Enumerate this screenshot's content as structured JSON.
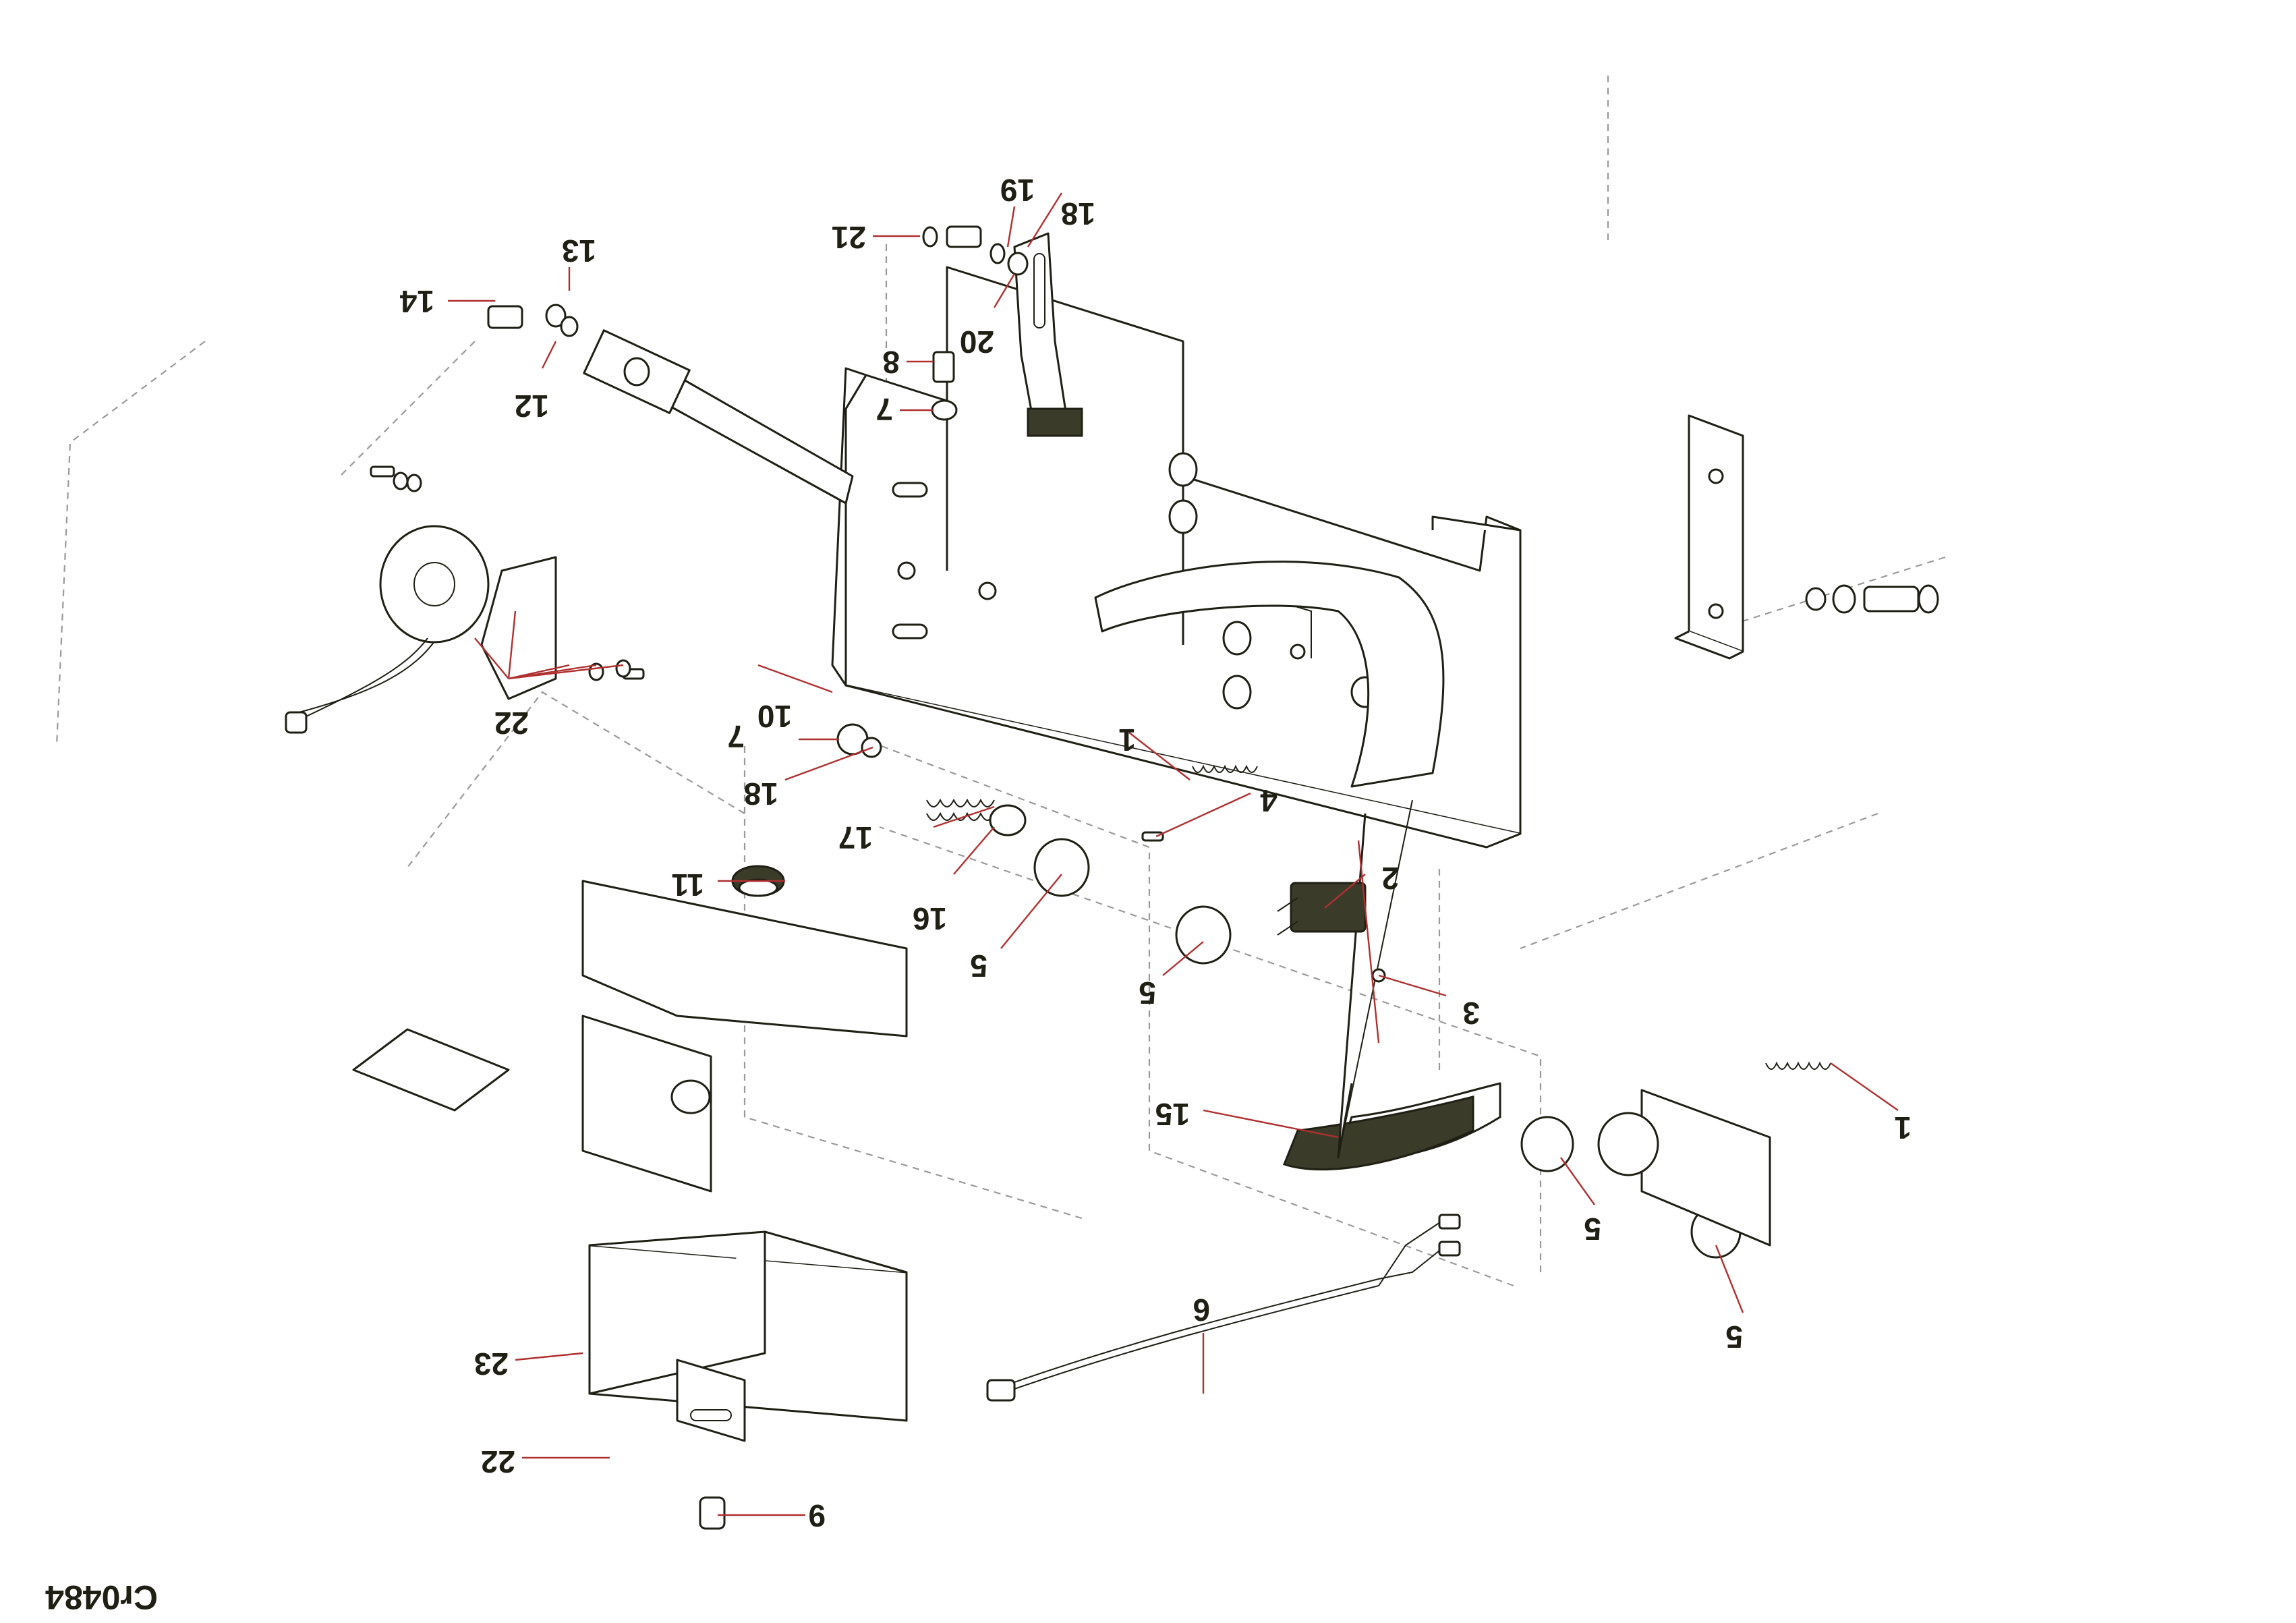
{
  "diagram": {
    "code": "Cr0484",
    "callouts": [
      {
        "id": "c1a",
        "text": "1"
      },
      {
        "id": "c1b",
        "text": "1"
      },
      {
        "id": "c2",
        "text": "2"
      },
      {
        "id": "c3",
        "text": "3"
      },
      {
        "id": "c4",
        "text": "4"
      },
      {
        "id": "c5a",
        "text": "5"
      },
      {
        "id": "c5b",
        "text": "5"
      },
      {
        "id": "c5c",
        "text": "5"
      },
      {
        "id": "c5d",
        "text": "5"
      },
      {
        "id": "c6",
        "text": "6"
      },
      {
        "id": "c7a",
        "text": "7"
      },
      {
        "id": "c7b",
        "text": "7"
      },
      {
        "id": "c8",
        "text": "8"
      },
      {
        "id": "c9",
        "text": "9"
      },
      {
        "id": "c10",
        "text": "10"
      },
      {
        "id": "c11",
        "text": "11"
      },
      {
        "id": "c12",
        "text": "12"
      },
      {
        "id": "c13",
        "text": "13"
      },
      {
        "id": "c14",
        "text": "14"
      },
      {
        "id": "c15",
        "text": "15"
      },
      {
        "id": "c16",
        "text": "16"
      },
      {
        "id": "c17",
        "text": "17"
      },
      {
        "id": "c18a",
        "text": "18"
      },
      {
        "id": "c18b",
        "text": "18"
      },
      {
        "id": "c19",
        "text": "19"
      },
      {
        "id": "c20",
        "text": "20"
      },
      {
        "id": "c21",
        "text": "21"
      },
      {
        "id": "c22a",
        "text": "22"
      },
      {
        "id": "c22b",
        "text": "22"
      },
      {
        "id": "c23",
        "text": "23"
      }
    ]
  }
}
